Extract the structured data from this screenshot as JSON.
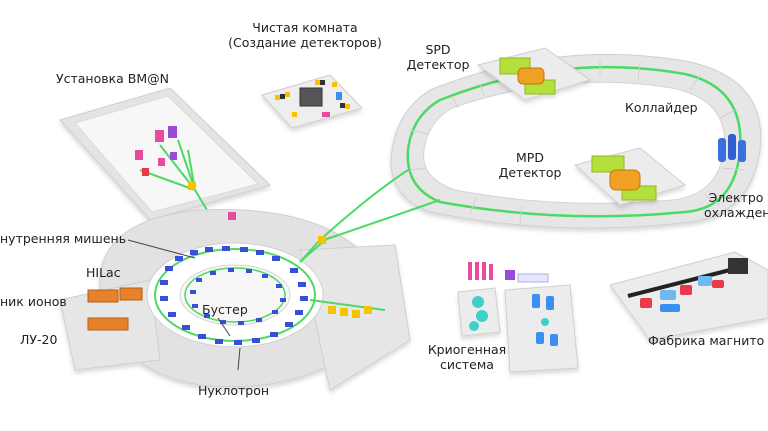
{
  "labels": {
    "clean_room_line1": "Чистая комната",
    "clean_room_line2": "(Создание детекторов)",
    "bmn": "Установка BM@N",
    "spd_line1": "SPD",
    "spd_line2": "Детектор",
    "collider": "Коллайдер",
    "mpd_line1": "MPD",
    "mpd_line2": "Детектор",
    "cooling_line1": "Электро",
    "cooling_line2": "охлажден",
    "internal_target": "нутренняя мишень",
    "hilac": "HILac",
    "ion_source": "ник ионов",
    "lu20": "ЛУ-20",
    "booster": "Бустер",
    "nuclotron": "Нуклотрон",
    "cryo_line1": "Криогенная",
    "cryo_line2": "система",
    "magnet_factory": "Фабрика магнито"
  },
  "colors": {
    "platform": "#e4e4e4",
    "platform_edge": "#c9c9c9",
    "beam": "#4cd964",
    "magnet_blue": "#3a4fd8",
    "detector_green": "#b4e03a",
    "detector_orange": "#f0a020",
    "cryo_teal": "#3fd0c8",
    "cryo_blue": "#3b8ff0",
    "linac_orange": "#e8822a",
    "magnet_red": "#e83a4a",
    "pink": "#e64ba0",
    "purple": "#9a4ad8"
  }
}
